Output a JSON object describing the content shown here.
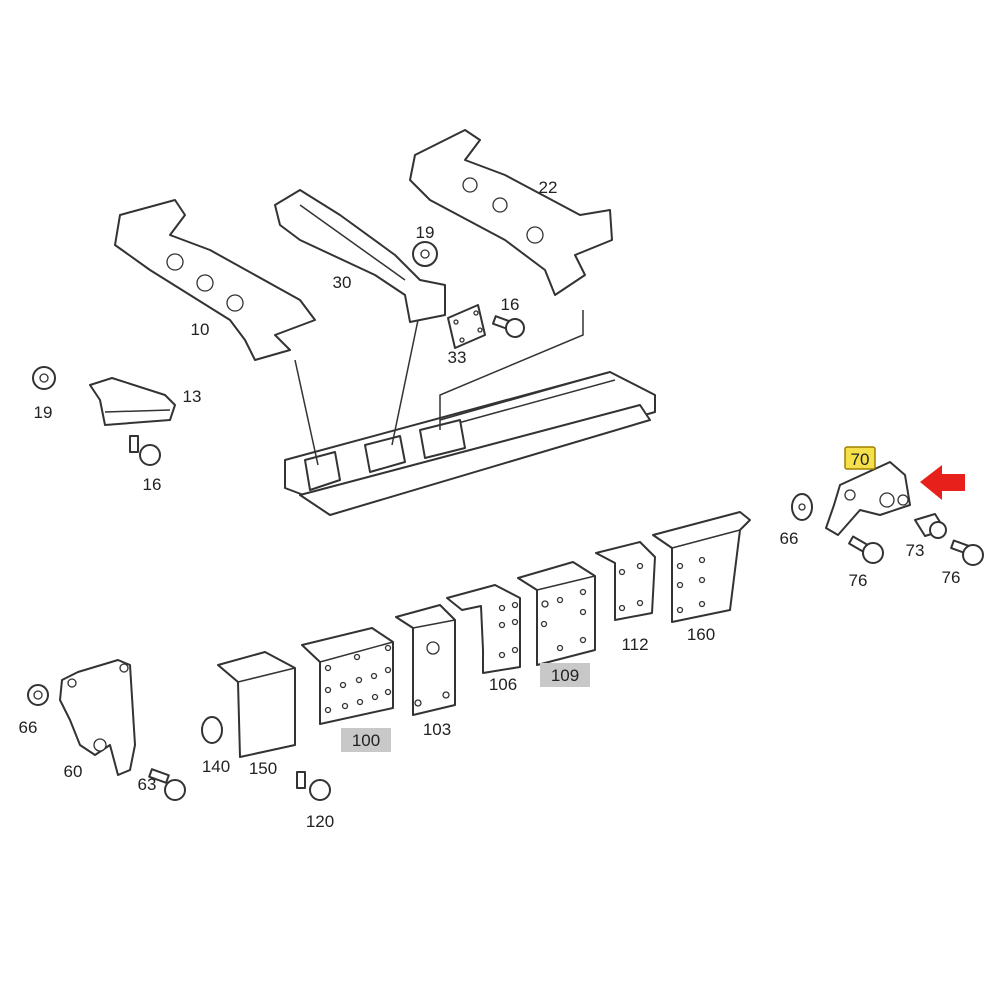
{
  "diagram": {
    "highlight_color": "#f5e04a",
    "secondary_highlight_color": "#c8c8c8",
    "arrow_color": "#e8201c",
    "callouts": [
      {
        "label": "22"
      },
      {
        "label": "19"
      },
      {
        "label": "30"
      },
      {
        "label": "16"
      },
      {
        "label": "10"
      },
      {
        "label": "33"
      },
      {
        "label": "19"
      },
      {
        "label": "13"
      },
      {
        "label": "16"
      },
      {
        "label": "70",
        "highlight": "yellow"
      },
      {
        "label": "66"
      },
      {
        "label": "73"
      },
      {
        "label": "76"
      },
      {
        "label": "76"
      },
      {
        "label": "112"
      },
      {
        "label": "160"
      },
      {
        "label": "106"
      },
      {
        "label": "109",
        "highlight": "gray"
      },
      {
        "label": "103"
      },
      {
        "label": "100",
        "highlight": "gray"
      },
      {
        "label": "66"
      },
      {
        "label": "60"
      },
      {
        "label": "140"
      },
      {
        "label": "150"
      },
      {
        "label": "63"
      },
      {
        "label": "120"
      }
    ]
  }
}
